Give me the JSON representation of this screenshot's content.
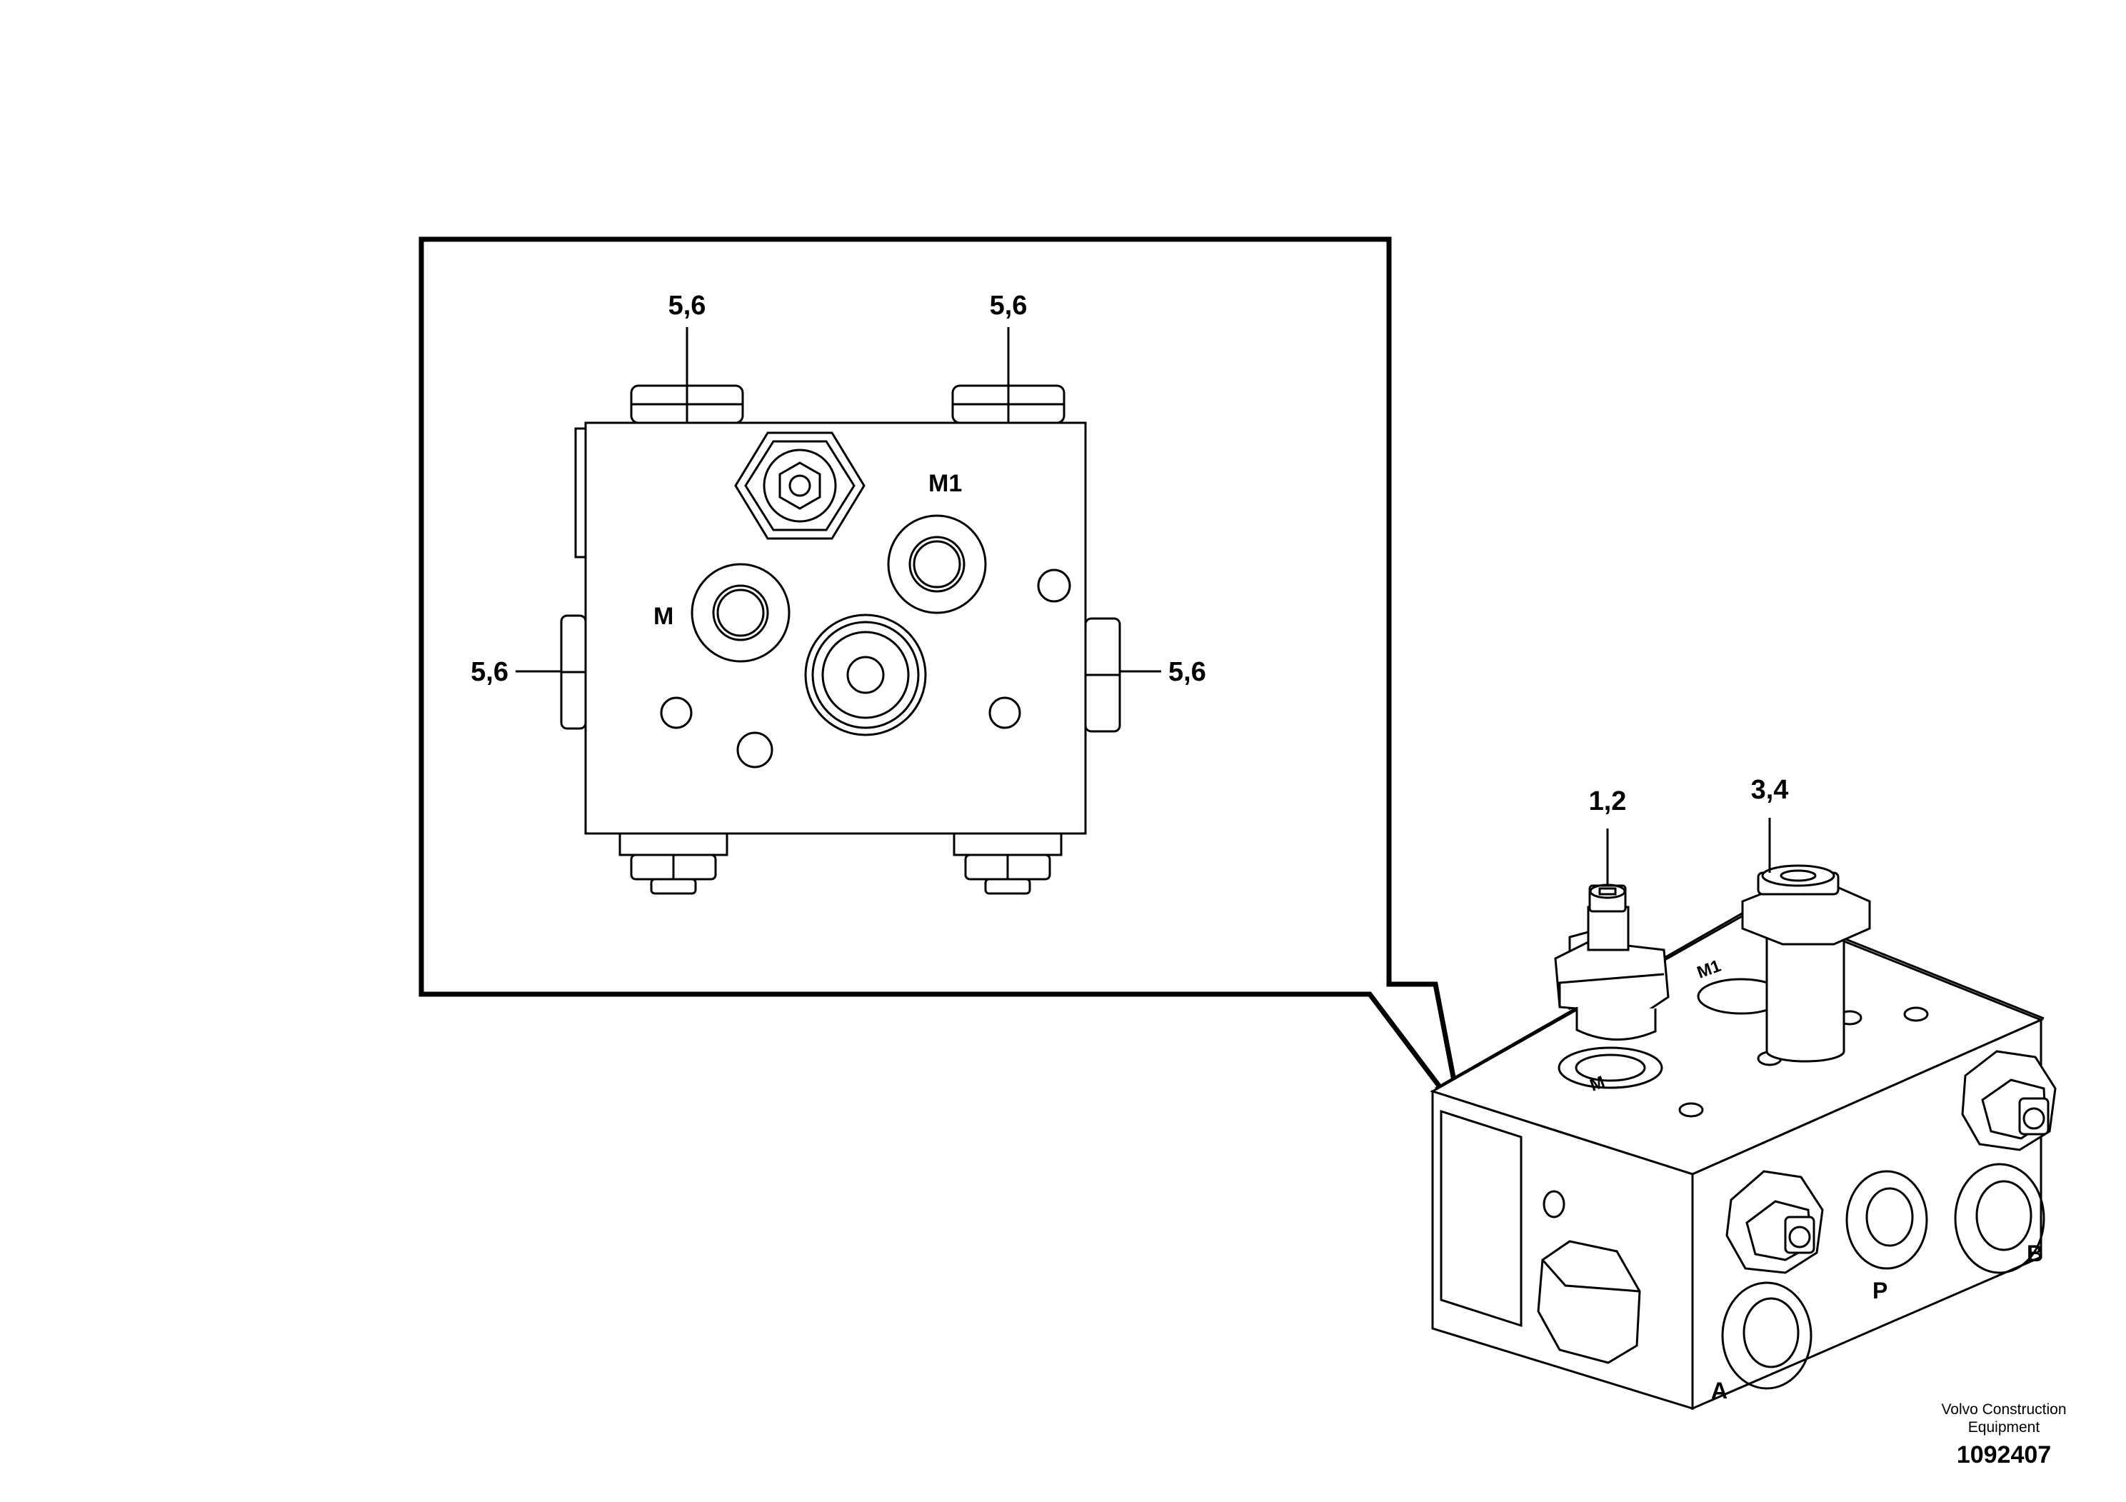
{
  "callouts": {
    "top_left": "5,6",
    "top_right": "5,6",
    "left": "5,6",
    "right": "5,6",
    "fitting_1": "1,2",
    "fitting_2": "3,4"
  },
  "ports": {
    "m1": "M1",
    "m": "M",
    "iso_m1": "M1",
    "iso_m": "M",
    "a": "A",
    "p": "P",
    "b": "B"
  },
  "footer": {
    "company_line1": "Volvo Construction",
    "company_line2": "Equipment",
    "drawing_number": "1092407"
  }
}
